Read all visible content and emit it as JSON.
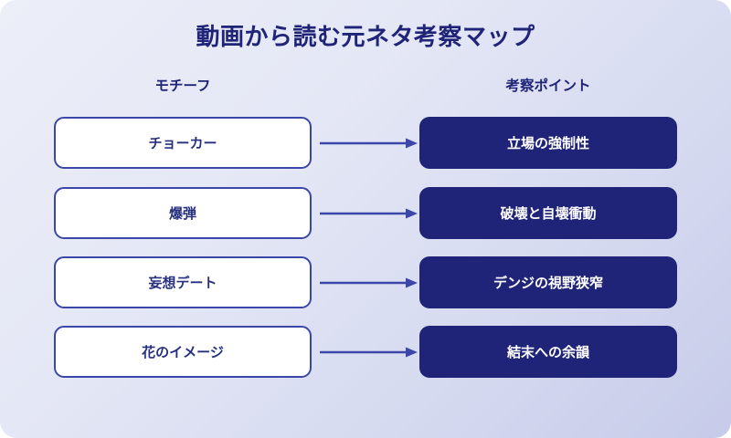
{
  "header": {
    "title": "動画から読む元ネタ考察マップ"
  },
  "columns": {
    "left_header": "モチーフ",
    "right_header": "考察ポイント"
  },
  "rows": [
    {
      "motif": "チョーカー",
      "point": "立場の強制性",
      "connector": "arrow-right-icon"
    },
    {
      "motif": "爆弾",
      "point": "破壊と自壊衝動",
      "connector": "arrow-right-icon"
    },
    {
      "motif": "妄想デート",
      "point": "デンジの視野狭窄",
      "connector": "arrow-right-icon"
    },
    {
      "motif": "花のイメージ",
      "point": "結末への余韻",
      "connector": "arrow-right-icon"
    }
  ],
  "colors": {
    "title_text": "#1f2478",
    "motif_border": "#3b47a8",
    "motif_fill": "#ffffff",
    "motif_text": "#26307f",
    "point_fill": "#1f2478",
    "point_text": "#ffffff",
    "arrow": "#3b47a8",
    "background_from": "#eceef8",
    "background_to": "#c6cbe9"
  }
}
